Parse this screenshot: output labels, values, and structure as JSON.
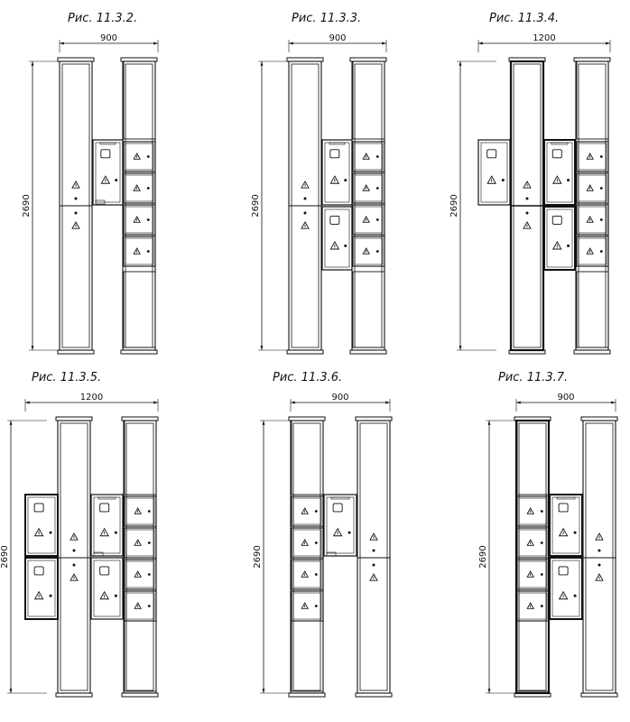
{
  "figures": [
    {
      "caption": "Рис. 11.3.2.",
      "width_label": "900",
      "height_label": "2690",
      "layout": "A"
    },
    {
      "caption": "Рис. 11.3.3.",
      "width_label": "900",
      "height_label": "2690",
      "layout": "B"
    },
    {
      "caption": "Рис. 11.3.4.",
      "width_label": "1200",
      "height_label": "2690",
      "layout": "C"
    },
    {
      "caption": "Рис. 11.3.5.",
      "width_label": "1200",
      "height_label": "2690",
      "layout": "D"
    },
    {
      "caption": "Рис. 11.3.6.",
      "width_label": "900",
      "height_label": "2690",
      "layout": "E"
    },
    {
      "caption": "Рис. 11.3.7.",
      "width_label": "900",
      "height_label": "2690",
      "layout": "F"
    }
  ],
  "symbols": {
    "warning": "warning-triangle-icon",
    "meter": "meter-window-icon",
    "lock": "lock-dot-icon"
  },
  "colors": {
    "line": "#111111",
    "background": "#ffffff"
  }
}
